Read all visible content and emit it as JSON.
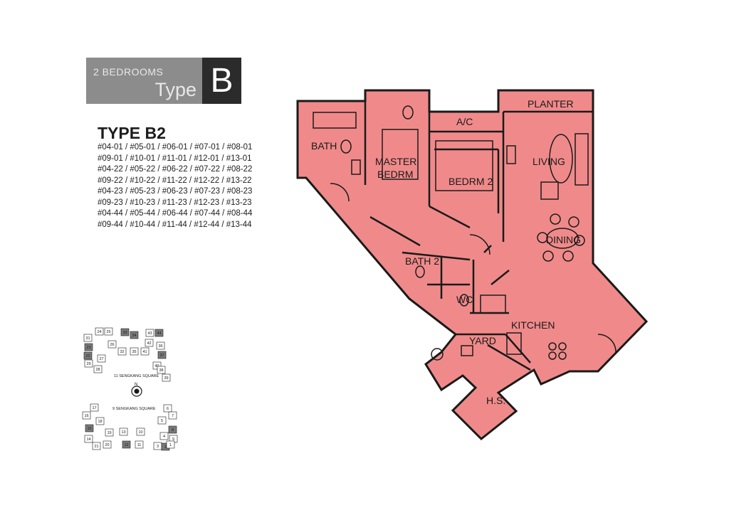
{
  "header": {
    "subtitle": "2 BEDROOMS",
    "type_word": "Type",
    "type_letter": "B"
  },
  "type_title": "TYPE B2",
  "unit_lines": [
    "#04-01 / #05-01 / #06-01 / #07-01 / #08-01",
    "#09-01 / #10-01 / #11-01 / #12-01 / #13-01",
    "#04-22 / #05-22 / #06-22 / #07-22 / #08-22",
    "#09-22 / #10-22 / #11-22 / #12-22 / #13-22",
    "#04-23 / #05-23 / #06-23 / #07-23 / #08-23",
    "#09-23 / #10-23 / #11-23 / #12-23 / #13-23",
    "#04-44 / #05-44 / #06-44 / #07-44 / #08-44",
    "#09-44 / #10-44 / #11-44 / #12-44 / #13-44"
  ],
  "rooms": {
    "planter": "PLANTER",
    "ac": "A/C",
    "bath": "BATH",
    "master_line1": "MASTER",
    "master_line2": "BEDRM",
    "bedrm2": "BEDRM 2",
    "living": "LIVING",
    "dining": "DINING",
    "bath2": "BATH 2",
    "wc": "WC",
    "kitchen": "KITCHEN",
    "yard": "YARD",
    "hs": "H.S."
  },
  "keyplan": {
    "north": "N",
    "upper_label": "11 SENGKANG SQUARE",
    "lower_label": "9 SENGKANG SQUARE",
    "upper_units": [
      "24",
      "25",
      "33",
      "34",
      "43",
      "44",
      "31",
      "23",
      "26",
      "42",
      "36",
      "22",
      "32",
      "35",
      "41",
      "37",
      "29",
      "28",
      "27",
      "40",
      "38",
      "39"
    ],
    "lower_units": [
      "17",
      "16",
      "18",
      "6",
      "7",
      "15",
      "5",
      "8",
      "19",
      "13",
      "10",
      "4",
      "14",
      "21",
      "20",
      "12",
      "11",
      "3",
      "2",
      "9",
      "1"
    ]
  },
  "colors": {
    "plan_fill": "#f08a8a",
    "plan_stroke": "#1a1a1a",
    "badge_grey": "#8c8c8c",
    "badge_dark": "#2b2b2b",
    "key_highlight": "#7a7a7a"
  },
  "icons": [
    "north-arrow-icon"
  ]
}
